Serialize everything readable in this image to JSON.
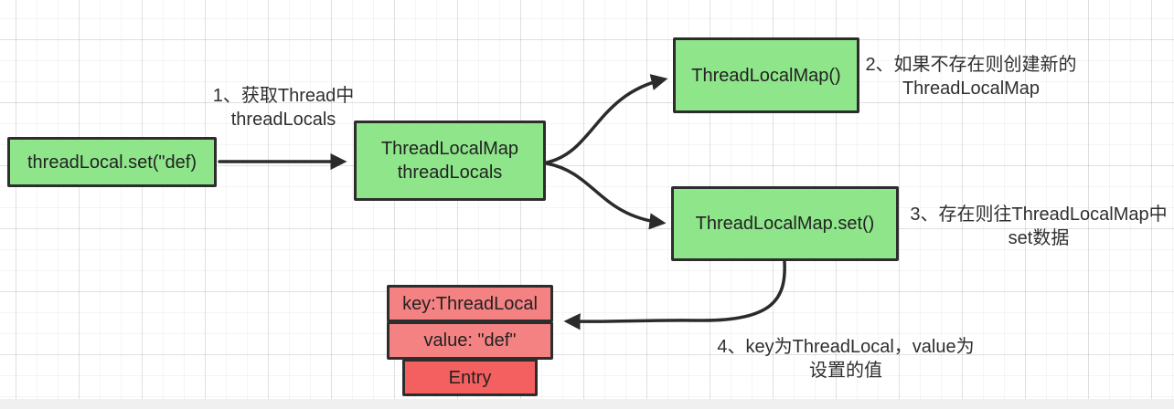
{
  "diagram_title": "ThreadLocal set flow diagram",
  "nodes": {
    "thread_local_set": {
      "label": "threadLocal.set(\"def)"
    },
    "thread_locals_map": {
      "line1": "ThreadLocalMap",
      "line2": "threadLocals"
    },
    "thread_local_map_ctor": {
      "label": "ThreadLocalMap()"
    },
    "thread_local_map_set": {
      "label": "ThreadLocalMap.set()"
    },
    "entry_key": {
      "label": "key:ThreadLocal"
    },
    "entry_value": {
      "label": "value: \"def\""
    },
    "entry": {
      "label": "Entry"
    }
  },
  "annotations": {
    "step1": {
      "line1": "1、获取Thread中",
      "line2": "threadLocals"
    },
    "step2": {
      "line1": "2、如果不存在则创建新的",
      "line2": "ThreadLocalMap"
    },
    "step3": {
      "line1": "3、存在则往ThreadLocalMap中",
      "line2": "set数据"
    },
    "step4": {
      "line1": "4、key为ThreadLocal，value为",
      "line2": "设置的值"
    }
  },
  "colors": {
    "node_green": "#8ee58a",
    "node_pink": "#f58282",
    "node_red": "#f45f5f",
    "node_border": "#2d2d2d",
    "arrow": "#2b2b2b",
    "text": "#2b2b2b",
    "grid_line": "#ebebeb",
    "background": "#ffffff"
  }
}
